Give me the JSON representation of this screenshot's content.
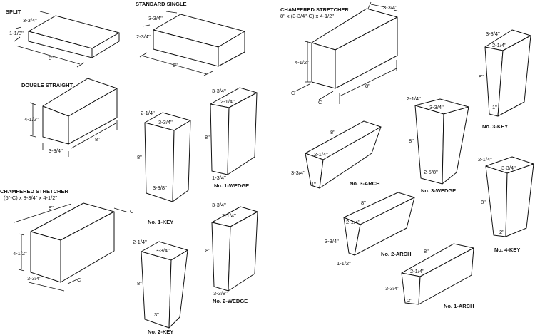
{
  "shapes": {
    "split": {
      "title": "SPLIT",
      "dims": [
        "3-3/4\"",
        "1-1/8\"",
        "8\""
      ]
    },
    "standard_single": {
      "title": "STANDARD SINGLE",
      "dims": [
        "3-3/4\"",
        "2-3/4\"",
        "8\""
      ]
    },
    "double_straight": {
      "title": "DOUBLE STRAIGHT",
      "dims": [
        "4-1/2\"",
        "8\"",
        "3-3/4\""
      ]
    },
    "chamfered_stretcher_left": {
      "title": "CHAMFERED STRETCHER",
      "subtitle": "(6\"-C) x 3-3/4\" x 4-1/2\"",
      "dims": [
        "8\"",
        "C",
        "4-1/2\"",
        "3-3/4\"",
        "C"
      ]
    },
    "no1_key": {
      "title": "No. 1-KEY",
      "dims": [
        "2-1/4\"",
        "3-3/4\"",
        "8\"",
        "3-3/8\""
      ]
    },
    "no1_wedge": {
      "title": "No. 1-WEDGE",
      "dims": [
        "3-3/4\"",
        "2-1/4\"",
        "8\"",
        "1-3/4\""
      ]
    },
    "no2_key": {
      "title": "No. 2-KEY",
      "dims": [
        "2-1/4\"",
        "3-3/4\"",
        "8\"",
        "3\""
      ]
    },
    "no2_wedge": {
      "title": "No. 2-WEDGE",
      "dims": [
        "3-3/4\"",
        "2-1/4\"",
        "8\"",
        "3-3/8\""
      ]
    },
    "chamfered_stretcher_right": {
      "title": "CHAMFERED STRETCHER",
      "subtitle": "8\" x (3-3/4\"-C) x 4-1/2\"",
      "dims": [
        "3-3/4\"",
        "4-1/2\"",
        "8\"",
        "C",
        "C"
      ]
    },
    "no3_key": {
      "title": "No. 3-KEY",
      "dims": [
        "3-3/4\"",
        "2-1/4\"",
        "8\"",
        "1\""
      ]
    },
    "no3_arch": {
      "title": "No. 3-ARCH",
      "dims": [
        "8\"",
        "2-1/4\"",
        "3-3/4\"",
        "1\""
      ]
    },
    "no3_wedge": {
      "title": "No. 3-WEDGE",
      "dims": [
        "2-1/4\"",
        "3-3/4\"",
        "8\"",
        "2-5/8\""
      ]
    },
    "no2_arch": {
      "title": "No. 2-ARCH",
      "dims": [
        "8\"",
        "2-1/4\"",
        "3-3/4\"",
        "1-1/2\""
      ]
    },
    "no4_key": {
      "title": "No. 4-KEY",
      "dims": [
        "2-1/4\"",
        "3-3/4\"",
        "8\"",
        "2\""
      ]
    },
    "no1_arch": {
      "title": "No. 1-ARCH",
      "dims": [
        "8\"",
        "2-1/4\"",
        "3-3/4\"",
        "2\""
      ]
    }
  }
}
